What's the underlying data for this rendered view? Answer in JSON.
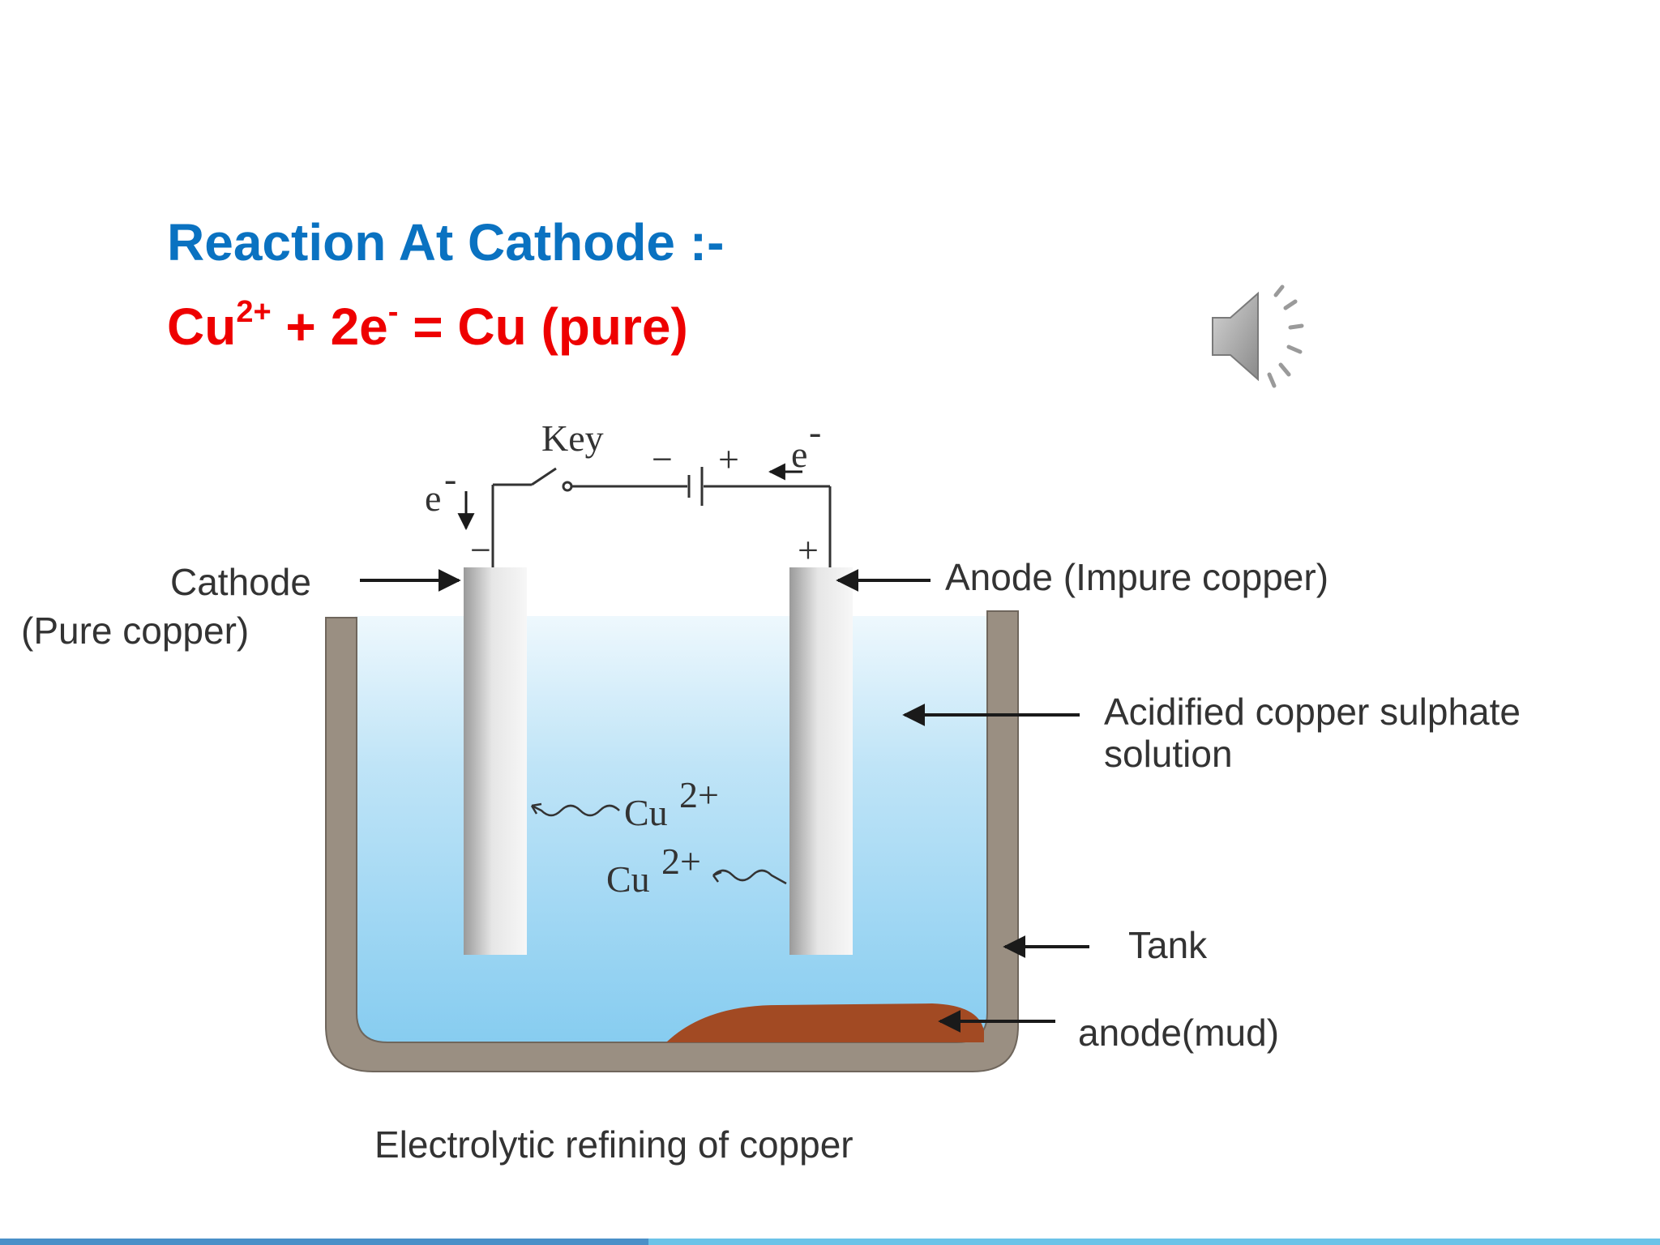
{
  "slide": {
    "title": "Reaction At Cathode :-",
    "equation": {
      "cu": "Cu",
      "cu_charge": "2+",
      "plus_2e": " + 2e",
      "e_charge": "-",
      "rest": " = Cu (pure)"
    },
    "speaker_icon": "speaker-icon",
    "colors": {
      "title": "#0a72c1",
      "equation": "#ee0000",
      "bar_left": "#4a90c8",
      "bar_right": "#6cc3e8"
    }
  },
  "diagram": {
    "key_label": "Key",
    "minus_sign": "−",
    "plus_sign": "+",
    "electron_top": "e",
    "electron_top_sup": "-",
    "electron_left": "e",
    "electron_left_sup": "-",
    "cathode_minus": "−",
    "anode_plus": "+",
    "cathode_label": "Cathode",
    "cathode_sub": "(Pure copper)",
    "anode_label": "Anode (Impure copper)",
    "solution_label_1": "Acidified copper sulphate",
    "solution_label_2": "solution",
    "ion_1": "Cu",
    "ion_1_sup": "2+",
    "ion_2": "Cu",
    "ion_2_sup": "2+",
    "tank_label": "Tank",
    "mud_label": "anode(mud)",
    "caption": "Electrolytic refining of copper",
    "colors": {
      "solution_top": "#e8f5fc",
      "solution_bottom": "#8ccff2",
      "tank": "#9a8f82",
      "mud": "#a24a23"
    }
  }
}
